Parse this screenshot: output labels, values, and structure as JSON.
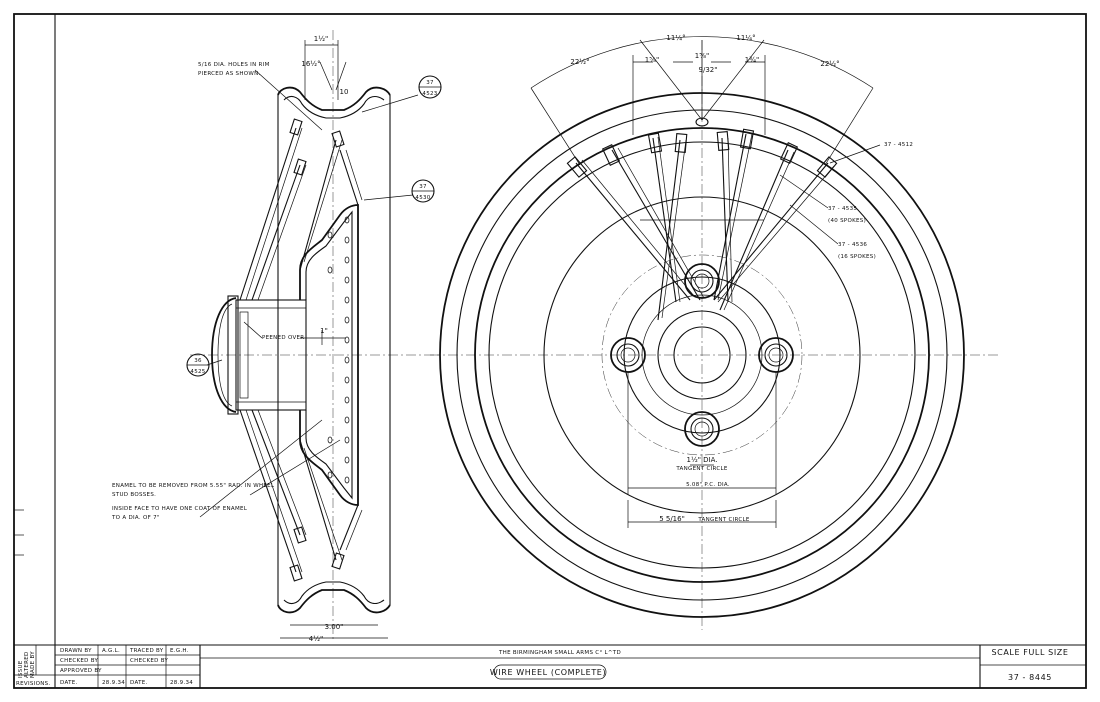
{
  "labels": {
    "rim_holes": [
      "5/16 DIA. HOLES IN RIM",
      "PIERCED AS SHOWN."
    ],
    "part_4523_a": "37",
    "part_4523_b": "4523",
    "part_4530_a": "37",
    "part_4530_b": "4530",
    "part_4525_a": "36",
    "part_4525_b": "4525",
    "peened_over": "PEENED OVER",
    "enamel_notes": [
      "ENAMEL TO BE REMOVED FROM 5.55\" RAD. IN WHEEL",
      "STUD BOSSES.",
      "INSIDE FACE TO HAVE ONE COAT OF ENAMEL",
      "TO A DIA. OF 7\""
    ],
    "part_4512": "37 - 4512",
    "part_4535": "37 - 4535",
    "spokes_40": "(40 SPOKES)",
    "part_4536": "37 - 4536",
    "spokes_16": "(16 SPOKES)",
    "tangent_circle_small": "TANGENT CIRCLE",
    "pc_dia": "5.08\" P.C. DIA.",
    "tangent_circle_big": "TANGENT CIRCLE"
  },
  "dimensions": {
    "top_width": "1½\"",
    "angle_deg": "16½°",
    "offset_10": "10",
    "one_inch": "1\"",
    "width_300": "3.00\"",
    "width_total": "4½\"",
    "arc_left": "22½°",
    "arc_mid_left": "11¼°",
    "arc_mid_right": "11¼°",
    "arc_right": "22½°",
    "sp_1": "1⅝\"",
    "sp_2": "1⅝\"",
    "sp_3": "1¾\"",
    "sp_4": "9/32\"",
    "tangent_small_dia": "1½\" DIA.",
    "tangent_big": "5 5/16\""
  },
  "title_block": {
    "side_labels": [
      "ISSUE",
      "ALTERED",
      "MADE BY"
    ],
    "revisions": "REVISIONS.",
    "drawn_by_label": "DRAWN BY",
    "drawn_by": "A.G.L.",
    "traced_by_label": "TRACED BY",
    "traced_by": "E.G.H.",
    "checked_by_label": "CHECKED BY",
    "checked_by2_label": "CHECKED BY",
    "approved_by_label": "APPROVED BY",
    "date_label": "DATE.",
    "date1": "28.9.34",
    "date2_label": "DATE.",
    "date2": "28.9.34",
    "company": "THE BIRMINGHAM SMALL ARMS C° L^TD",
    "title": "WIRE WHEEL (COMPLETE)",
    "scale": "SCALE FULL SIZE",
    "drawing_no": "37 - 8445"
  }
}
